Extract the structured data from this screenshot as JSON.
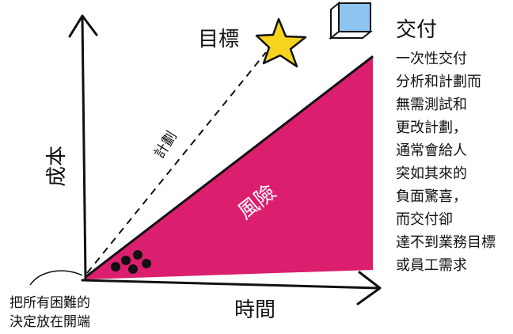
{
  "axes": {
    "y_label": "成本",
    "x_label": "時間"
  },
  "labels": {
    "goal": "目標",
    "plan": "計劃",
    "risk": "風險",
    "deliver_title": "交付",
    "bottom_note_lines": [
      "把所有困難的",
      "決定放在開端"
    ]
  },
  "deliver_lines": [
    "一次性交付",
    "分析和計劃而",
    "無需測試和",
    "更改計劃，",
    "通常會給人",
    "突如其來的",
    "負面驚喜，",
    "而交付卻",
    "達不到業務目標",
    "或員工需求"
  ],
  "colors": {
    "risk_fill": "#db1f6e",
    "star_fill": "#f7d41e",
    "box_front": "#8ec5f0",
    "box_top": "#ffffff",
    "ink": "#111111"
  },
  "icons": {
    "goal_marker": "star-icon",
    "delivery_marker": "box-icon"
  }
}
